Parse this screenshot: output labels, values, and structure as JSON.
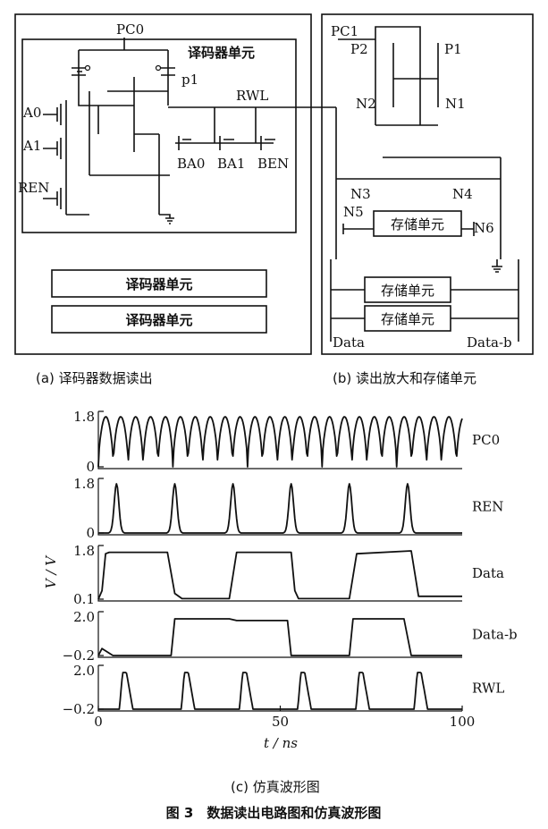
{
  "panel_a": {
    "pc0": "PC0",
    "title": "译码器单元",
    "p1": "p1",
    "rwl": "RWL",
    "a0": "A0",
    "a1": "A1",
    "ren": "REN",
    "ba0": "BA0",
    "ba1": "BA1",
    "ben": "BEN",
    "decoder_box_1": "译码器单元",
    "decoder_box_2": "译码器单元",
    "caption": "(a) 译码器数据读出"
  },
  "panel_b": {
    "pc1": "PC1",
    "p2": "P2",
    "p1": "P1",
    "n2": "N2",
    "n1": "N1",
    "n3": "N3",
    "n4": "N4",
    "n5": "N5",
    "n6": "N6",
    "storage_cell": "存储单元",
    "storage_cell_2": "存储单元",
    "storage_cell_3": "存储单元",
    "data": "Data",
    "data_b": "Data-b",
    "caption": "(b) 读出放大和存储单元"
  },
  "panel_c": {
    "caption": "(c) 仿真波形图",
    "ylabel": "V / V",
    "xlabel": "t / ns"
  },
  "figure_caption": "图 3　数据读出电路图和仿真波形图",
  "chart_data": {
    "type": "line",
    "xlabel": "t / ns",
    "ylabel": "V / V",
    "xlim": [
      0,
      100
    ],
    "xticks": [
      "0",
      "50",
      "100"
    ],
    "series": [
      {
        "name": "PC0",
        "ylim": [
          0,
          1.8
        ],
        "yticks": [
          "1.8",
          "0"
        ],
        "x": [
          0,
          100
        ],
        "pulse_period_ns": 4.1,
        "low": 0,
        "high": 1.8
      },
      {
        "name": "REN",
        "ylim": [
          0,
          1.8
        ],
        "yticks": [
          "1.8",
          "0"
        ],
        "pulse_centers_ns": [
          5,
          21,
          37,
          53,
          69,
          85
        ],
        "low": 0,
        "high": 1.8
      },
      {
        "name": "Data",
        "ylim": [
          0.1,
          1.8
        ],
        "yticks": [
          "1.8",
          "0.1"
        ],
        "x": [
          0,
          1,
          2,
          3,
          19,
          21,
          23,
          36,
          38,
          53,
          54,
          55,
          69,
          71,
          86,
          88,
          100
        ],
        "y": [
          0.1,
          0.4,
          1.7,
          1.75,
          1.75,
          0.3,
          0.12,
          0.12,
          1.75,
          1.75,
          0.4,
          0.12,
          0.12,
          1.7,
          1.8,
          0.2,
          0.2
        ]
      },
      {
        "name": "Data-b",
        "ylim": [
          -0.2,
          2.0
        ],
        "yticks": [
          "2.0",
          "−0.2"
        ],
        "x": [
          0,
          1,
          4,
          20,
          21,
          36,
          38,
          52,
          53,
          69,
          70,
          84,
          86,
          100
        ],
        "y": [
          -0.2,
          0.2,
          -0.2,
          -0.2,
          1.9,
          1.9,
          1.8,
          1.8,
          -0.2,
          -0.2,
          1.9,
          1.9,
          -0.2,
          -0.2
        ]
      },
      {
        "name": "RWL",
        "ylim": [
          -0.2,
          2.0
        ],
        "yticks": [
          "2.0",
          "−0.2"
        ],
        "pulse_centers_ns": [
          7,
          24,
          40,
          56,
          72,
          88
        ],
        "low": -0.2,
        "high": 1.9
      }
    ]
  }
}
